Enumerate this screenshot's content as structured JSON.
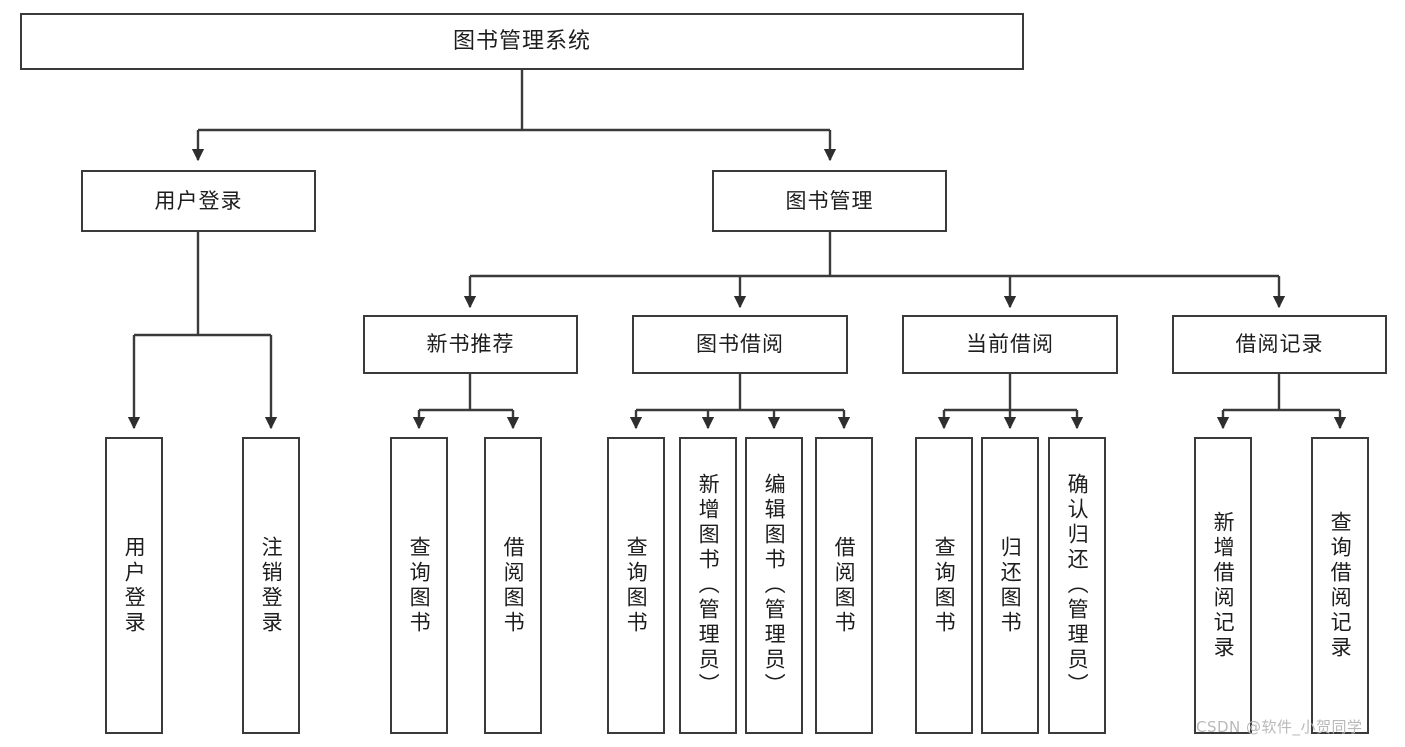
{
  "diagram": {
    "type": "tree-hierarchy",
    "title": "图书管理系统",
    "watermark": "CSDN @软件_小贺同学",
    "colors": {
      "stroke": "#3a3a3a",
      "background": "#ffffff",
      "text": "#1d1d1d",
      "watermark": "#b9b9b9"
    },
    "nodes": {
      "root": {
        "label": "图书管理系统"
      },
      "level2": [
        {
          "id": "user-login",
          "label": "用户登录"
        },
        {
          "id": "book-management",
          "label": "图书管理"
        }
      ],
      "level3": [
        {
          "id": "new-book-recommend",
          "label": "新书推荐"
        },
        {
          "id": "book-borrow",
          "label": "图书借阅"
        },
        {
          "id": "current-borrow",
          "label": "当前借阅"
        },
        {
          "id": "borrow-record",
          "label": "借阅记录"
        }
      ],
      "leaves": {
        "user-login": [
          {
            "id": "leaf-user-login",
            "label": "用户登录"
          },
          {
            "id": "leaf-logout-login",
            "label": "注销登录"
          }
        ],
        "new-book-recommend": [
          {
            "id": "leaf-query-book-1",
            "label": "查询图书"
          },
          {
            "id": "leaf-borrow-book-1",
            "label": "借阅图书"
          }
        ],
        "book-borrow": [
          {
            "id": "leaf-query-book-2",
            "label": "查询图书"
          },
          {
            "id": "leaf-add-book",
            "label": "新增图书（管理员）"
          },
          {
            "id": "leaf-edit-book",
            "label": "编辑图书（管理员）"
          },
          {
            "id": "leaf-borrow-book-2",
            "label": "借阅图书"
          }
        ],
        "current-borrow": [
          {
            "id": "leaf-query-book-3",
            "label": "查询图书"
          },
          {
            "id": "leaf-return-book",
            "label": "归还图书"
          },
          {
            "id": "leaf-confirm-return",
            "label": "确认归还（管理员）"
          }
        ],
        "borrow-record": [
          {
            "id": "leaf-add-record",
            "label": "新增借阅记录"
          },
          {
            "id": "leaf-query-record",
            "label": "查询借阅记录"
          }
        ]
      }
    }
  }
}
